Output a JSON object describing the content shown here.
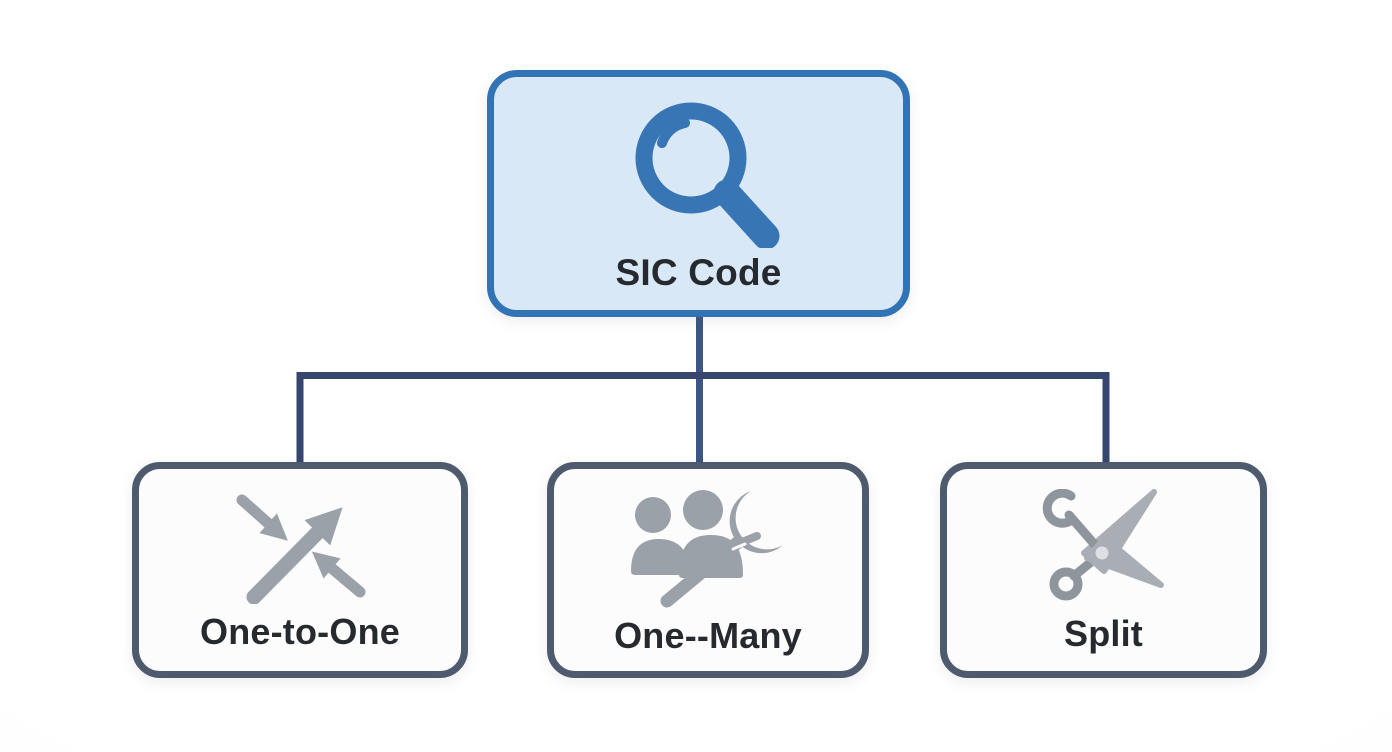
{
  "diagram": {
    "root": {
      "label": "SIC Code",
      "icon": "magnifier-icon"
    },
    "children": [
      {
        "label": "One-to-One",
        "icon": "crossed-arrows-icon"
      },
      {
        "label": "One--Many",
        "icon": "people-wrench-icon"
      },
      {
        "label": "Split",
        "icon": "scissors-icon"
      }
    ],
    "colors": {
      "root_border": "#3273b6",
      "root_fill": "#d9e8f7",
      "root_icon_blue": "#3875b5",
      "child_border": "#4e5a6e",
      "child_fill": "#fcfcfd",
      "connector_navy": "#36466f",
      "connector_trunk_blue": "#3d5685",
      "icon_gray": "#9ba1a9",
      "icon_gray_dark": "#8f959c",
      "icon_gray_light": "#a9aeb5",
      "label_text": "#26292e",
      "background": "#ffffff"
    }
  }
}
